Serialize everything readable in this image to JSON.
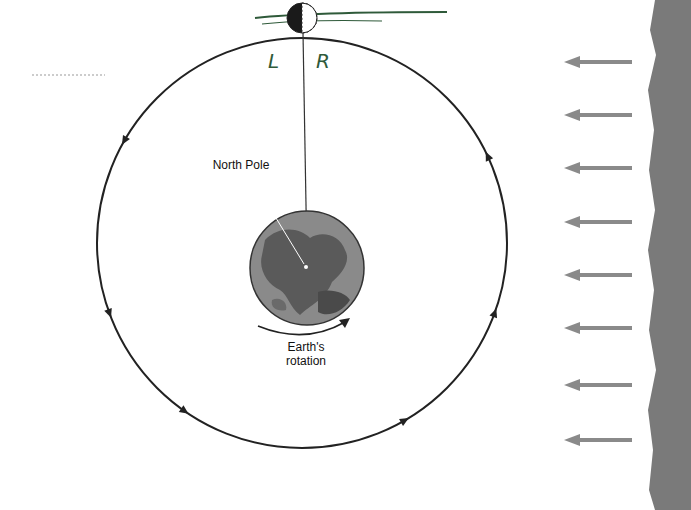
{
  "diagram": {
    "labels": [
      "L",
      "R",
      "North Pole",
      "Earth's rotation"
    ]
  }
}
